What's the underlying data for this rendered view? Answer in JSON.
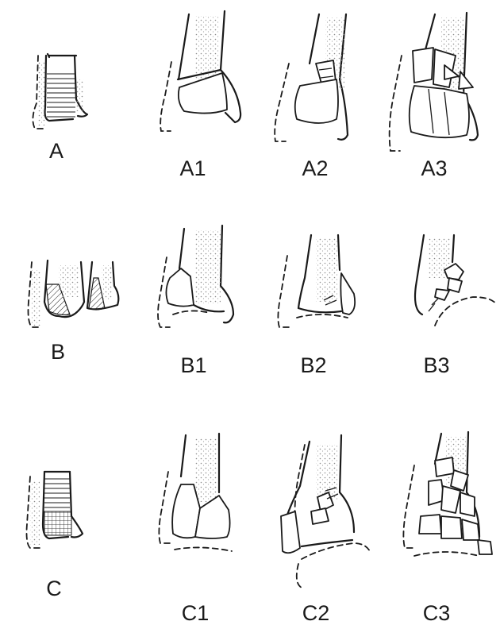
{
  "labels": {
    "A": "A",
    "A1": "A1",
    "A2": "A2",
    "A3": "A3",
    "B": "B",
    "B1": "B1",
    "B2": "B2",
    "B3": "B3",
    "C": "C",
    "C1": "C1",
    "C2": "C2",
    "C3": "C3"
  },
  "colors": {
    "ink": "#1a1a1a",
    "paper": "#ffffff",
    "stipple": "#9a9a9a"
  }
}
